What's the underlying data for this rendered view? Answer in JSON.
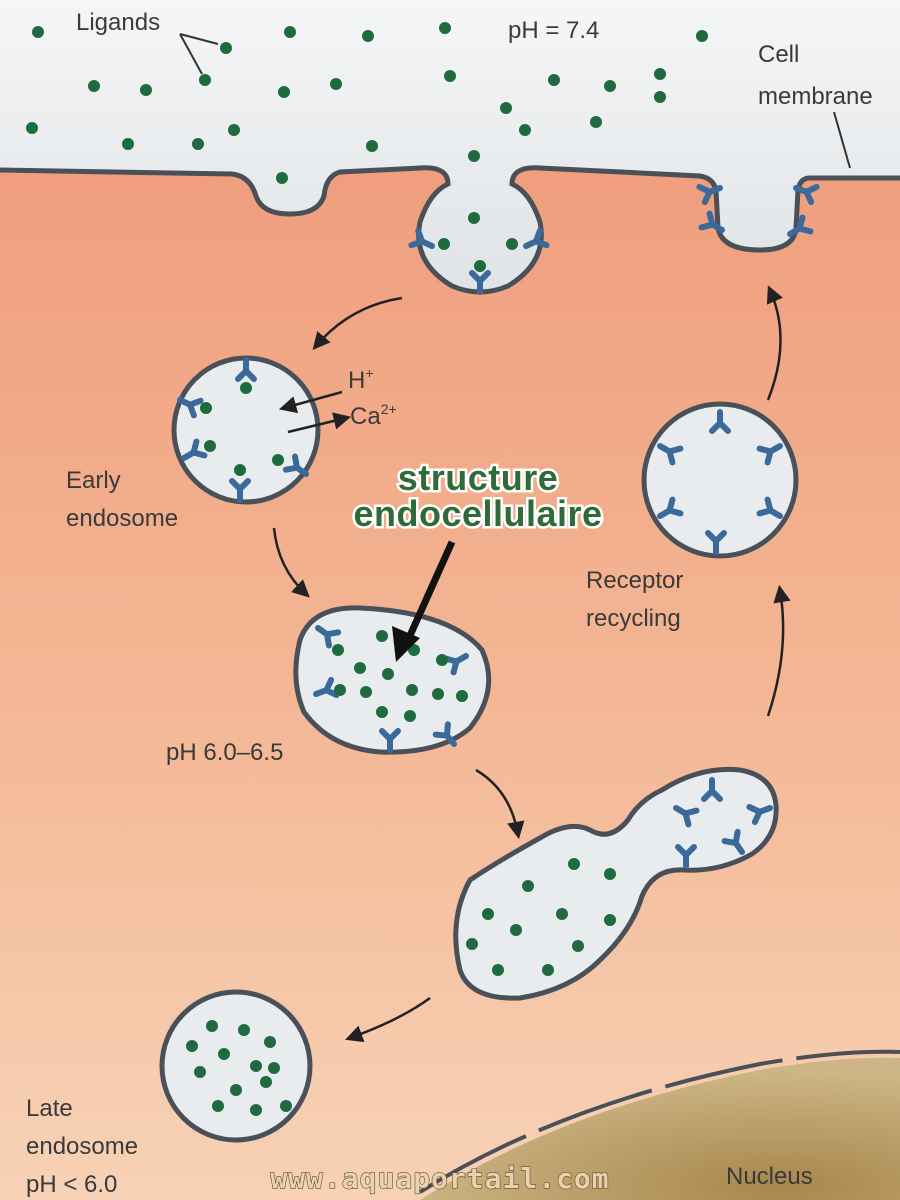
{
  "labels": {
    "ligands": "Ligands",
    "ph_outside": "pH = 7.4",
    "cell": "Cell",
    "membrane": "membrane",
    "h_plus": "H",
    "h_plus_sup": "+",
    "ca": "Ca",
    "ca_sup": "2+",
    "early": "Early",
    "endosome_early": "endosome",
    "title_line1": "structure",
    "title_line2": "endocellulaire",
    "receptor": "Receptor",
    "recycling": "recycling",
    "ph_mid": "pH 6.0–6.5",
    "late": "Late",
    "endosome_late": "endosome",
    "ph_late": "pH < 6.0",
    "nucleus": "Nucleus",
    "watermark": "www.aquaportail.com"
  },
  "colors": {
    "ligand": "#1f6b3f",
    "receptor": "#3a6a9a",
    "membrane": "#4a5058",
    "vesicle_fill": "#e9ecee",
    "cytoplasm_top": "#ee9a78",
    "cytoplasm_bottom": "#f6cdb0",
    "outside": "#eef0f1",
    "nucleus": "#b89a62"
  },
  "icons": {
    "ligand": "green-dot",
    "receptor": "y-shaped-receptor"
  }
}
